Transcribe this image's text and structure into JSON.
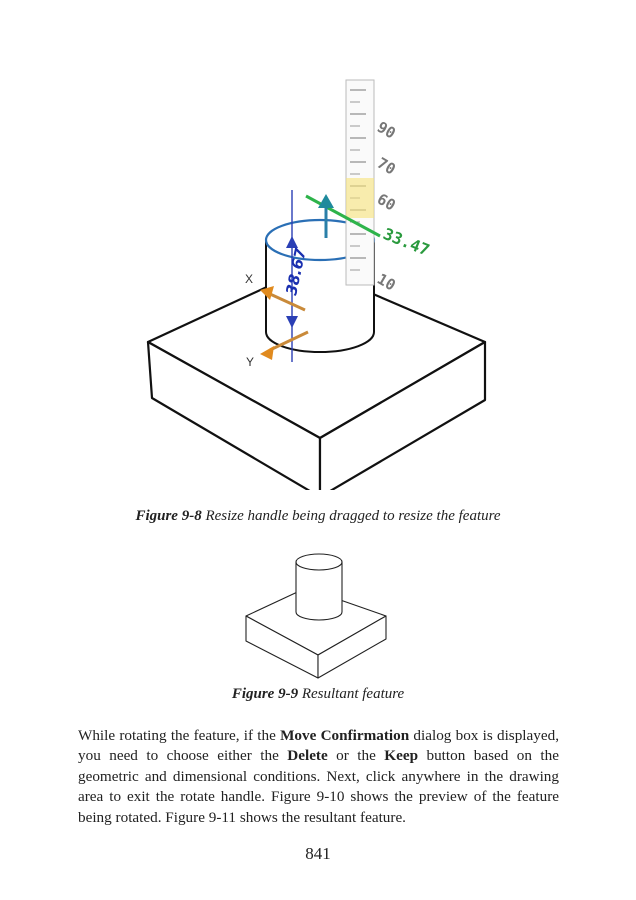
{
  "figure1": {
    "caption_label": "Figure 9-8",
    "caption_text": "Resize handle being dragged to resize the feature",
    "ruler_ticks": [
      "90",
      "70",
      "60",
      "10"
    ],
    "dimension_value": "38.67",
    "live_value": "33.47",
    "axis_x": "X",
    "axis_y": "Y"
  },
  "figure2": {
    "caption_label": "Figure 9-9",
    "caption_text": "Resultant feature"
  },
  "body": {
    "p1": "While rotating the feature, if the ",
    "b1": "Move Confirmation",
    "p2": " dialog box is displayed, you need to choose either the ",
    "b2": "Delete",
    "p3": " or the ",
    "b3": "Keep",
    "p4": " button based on the geometric and dimensional conditions. Next, click anywhere in the drawing area to exit the rotate handle. Figure 9-10 shows the preview of the feature being rotated. Figure 9-11 shows the resultant feature."
  },
  "page_number": "841"
}
